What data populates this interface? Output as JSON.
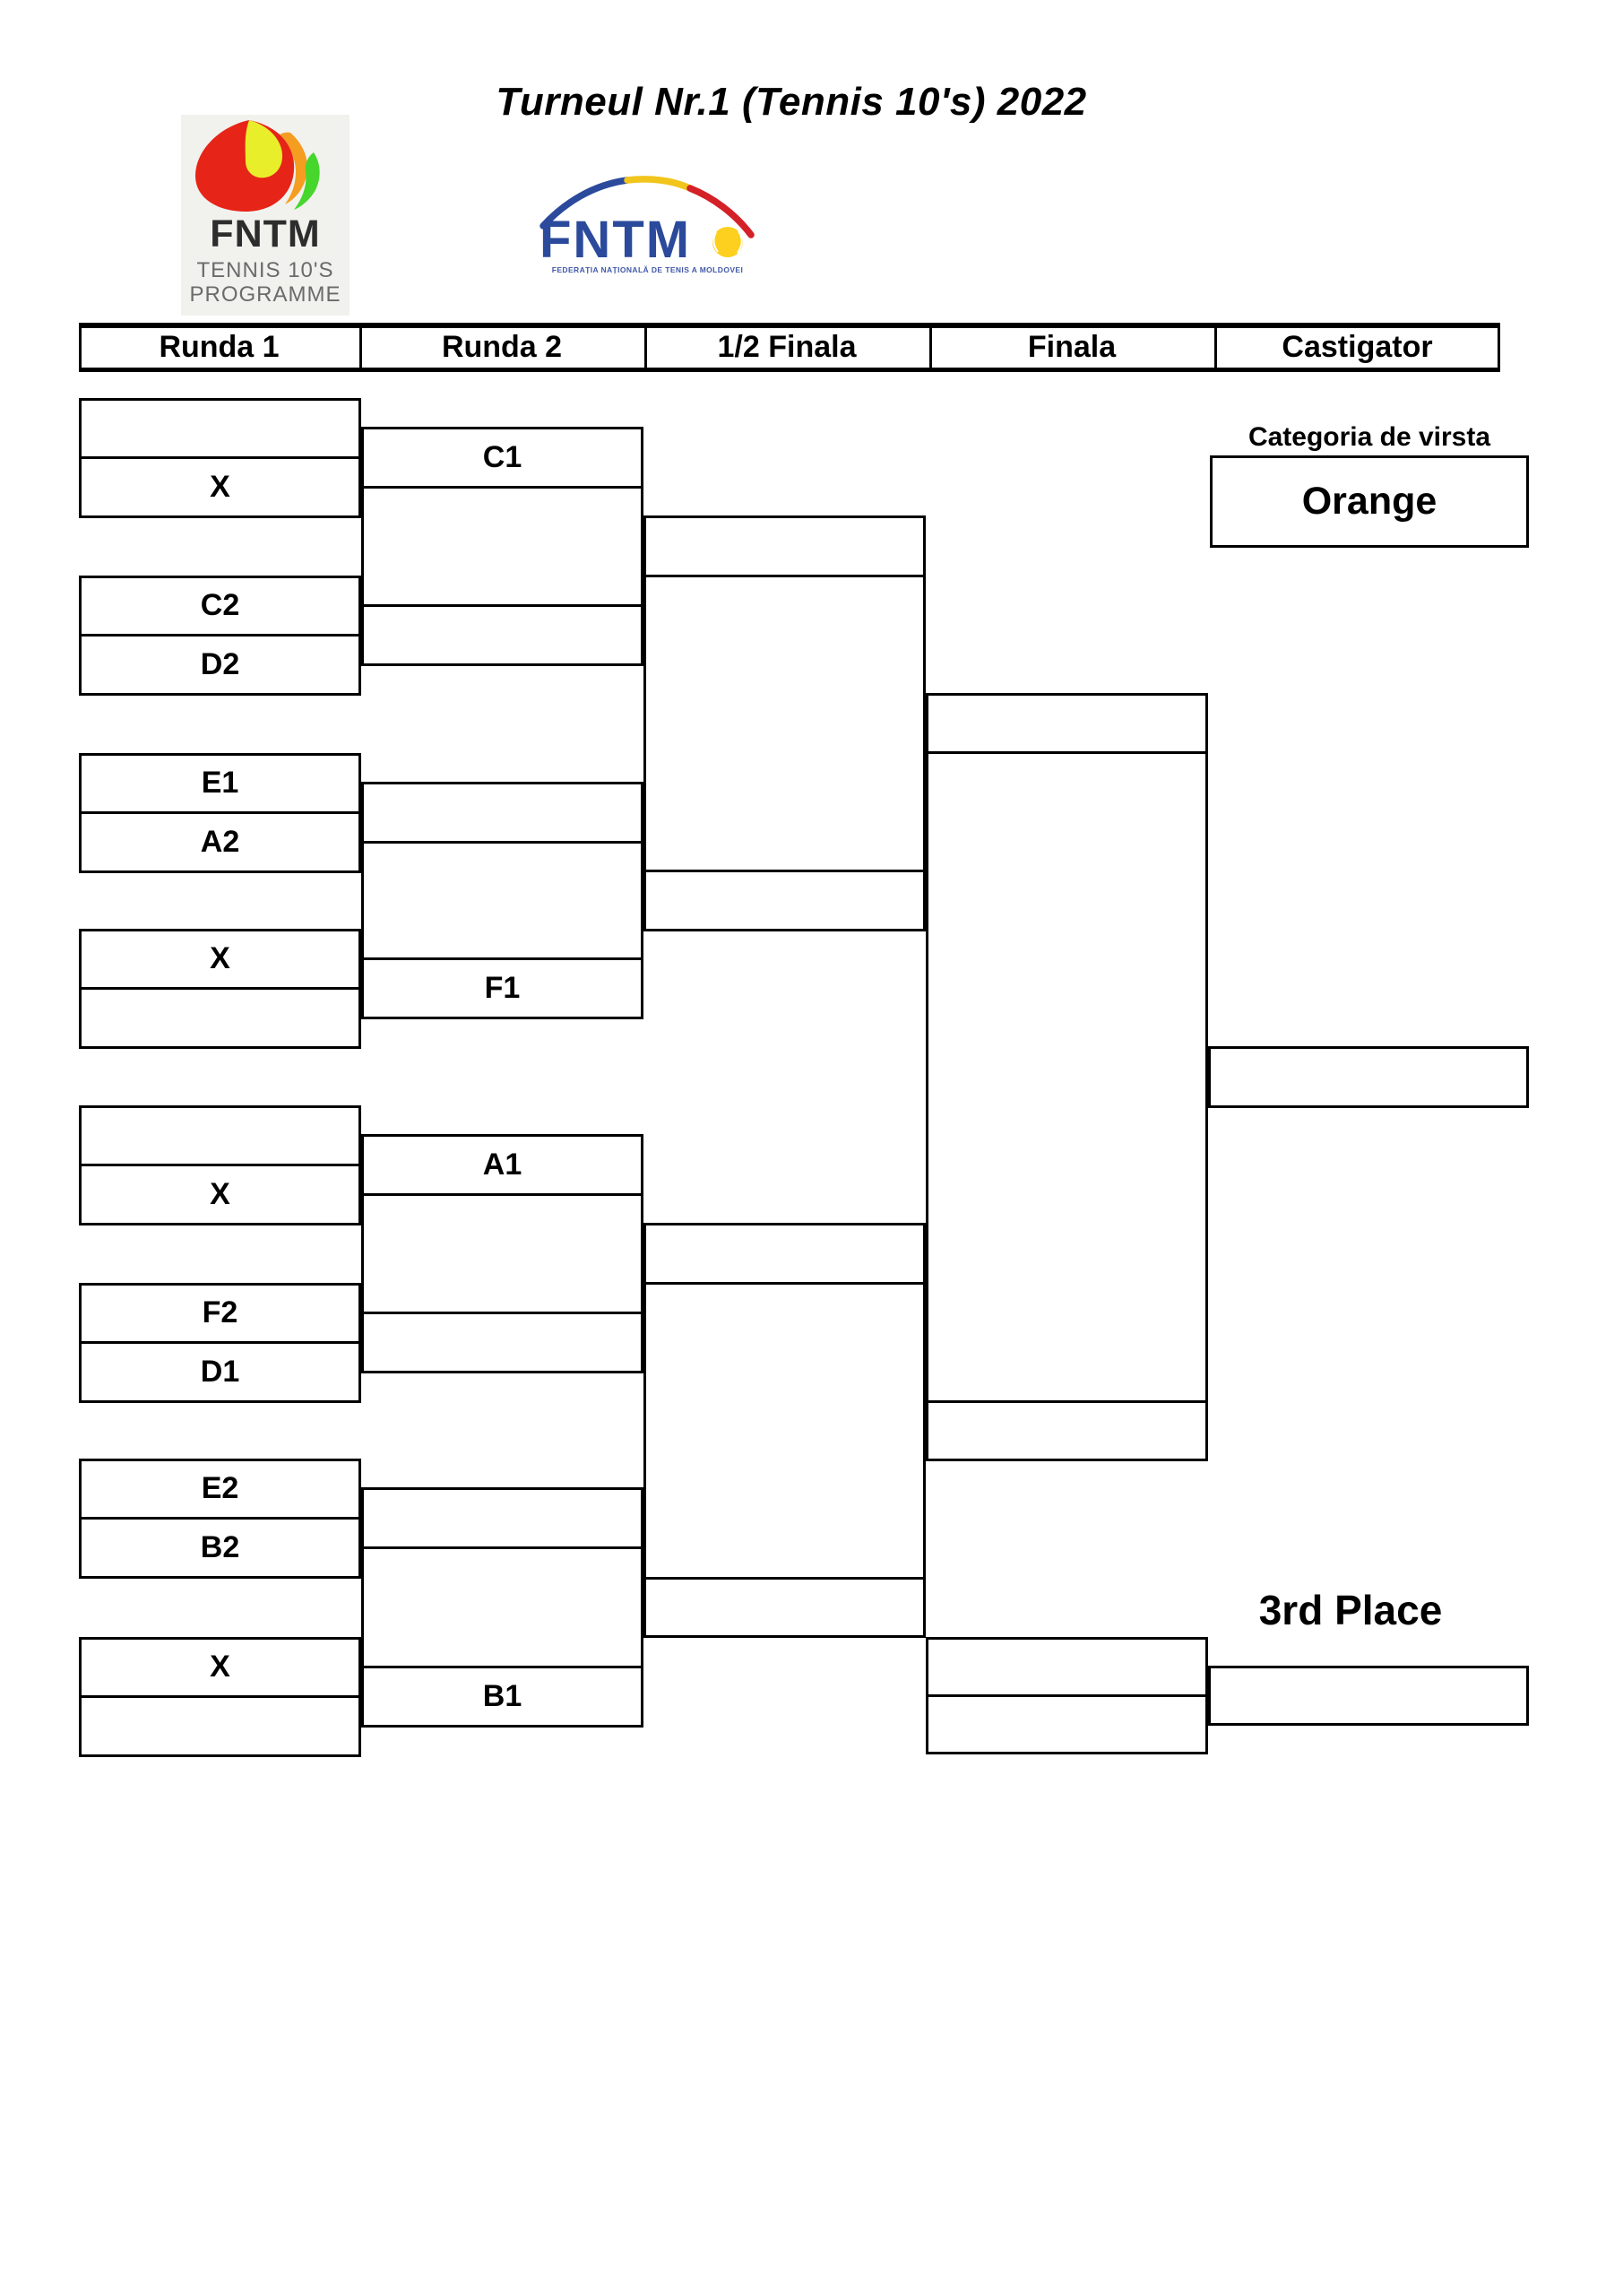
{
  "title": "Turneul Nr.1 (Tennis 10's) 2022",
  "logo_left": {
    "acronym": "FNTM",
    "subtitle1": "TENNIS 10'S",
    "subtitle2": "PROGRAMME"
  },
  "logo_right": {
    "acronym": "FNTM",
    "caption": "FEDERAȚIA NAȚIONALĂ DE TENIS A MOLDOVEI"
  },
  "header": {
    "columns": [
      "Runda 1",
      "Runda 2",
      "1/2 Finala",
      "Finala",
      "Castigator"
    ]
  },
  "category": {
    "label": "Categoria de virsta",
    "value": "Orange"
  },
  "third_place": {
    "label": "3rd Place"
  },
  "bracket": {
    "round1": [
      {
        "slot1": "",
        "slot2": "X"
      },
      {
        "slot1": "C2",
        "slot2": "D2"
      },
      {
        "slot1": "E1",
        "slot2": "A2"
      },
      {
        "slot1": "X",
        "slot2": ""
      },
      {
        "slot1": "",
        "slot2": "X"
      },
      {
        "slot1": "F2",
        "slot2": "D1"
      },
      {
        "slot1": "E2",
        "slot2": "B2"
      },
      {
        "slot1": "X",
        "slot2": ""
      }
    ],
    "round2": [
      {
        "label": "C1",
        "position": "top"
      },
      {
        "label": "F1",
        "position": "bottom"
      },
      {
        "label": "A1",
        "position": "top"
      },
      {
        "label": "B1",
        "position": "bottom"
      }
    ],
    "semifinals": [
      {
        "label": ""
      },
      {
        "label": ""
      }
    ],
    "final": {
      "label": ""
    },
    "winner": {
      "label": ""
    },
    "third_place_match": {
      "slot1": "",
      "slot2": ""
    },
    "third_place_winner": {
      "label": ""
    }
  },
  "colors": {
    "line": "#000000",
    "logo_red": "#e62417",
    "logo_yellow": "#e9ee2b",
    "logo_orange": "#f59d20",
    "logo_green": "#46d62c",
    "fntm_blue": "#2b4a9c",
    "arc_yellow": "#f2c51c",
    "arc_red": "#d42027",
    "ball_yellow": "#fdd01f",
    "logo_bg_gray": "#f1f1ee"
  }
}
